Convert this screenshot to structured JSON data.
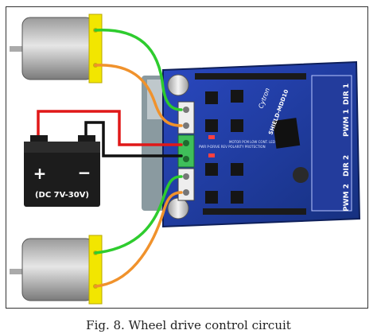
{
  "figure": {
    "caption": "Fig. 8. Wheel drive control circuit"
  },
  "battery": {
    "voltage_label": "(DC 7V-30V)",
    "plus_sign": "+",
    "minus_sign": "−"
  },
  "board": {
    "brand": "Cytron",
    "model": "SHIELD-MDD10",
    "dir1_label": "DIR 1",
    "pwm1_label": "PWM 1",
    "dir2_label": "DIR 2",
    "pwm2_label": "PWM 2",
    "power_text": "PWR  P-DRIVE  REV POLARITY  PROTECTION",
    "motor_text": "MOTOR  PCM LOW  CONT. LED"
  },
  "colors": {
    "wire_green": "#2ecc2e",
    "wire_orange": "#f0922c",
    "wire_red": "#e01818",
    "wire_black": "#111111",
    "board_blue": "#1f3aa8",
    "motor_yellow": "#f2e600"
  }
}
